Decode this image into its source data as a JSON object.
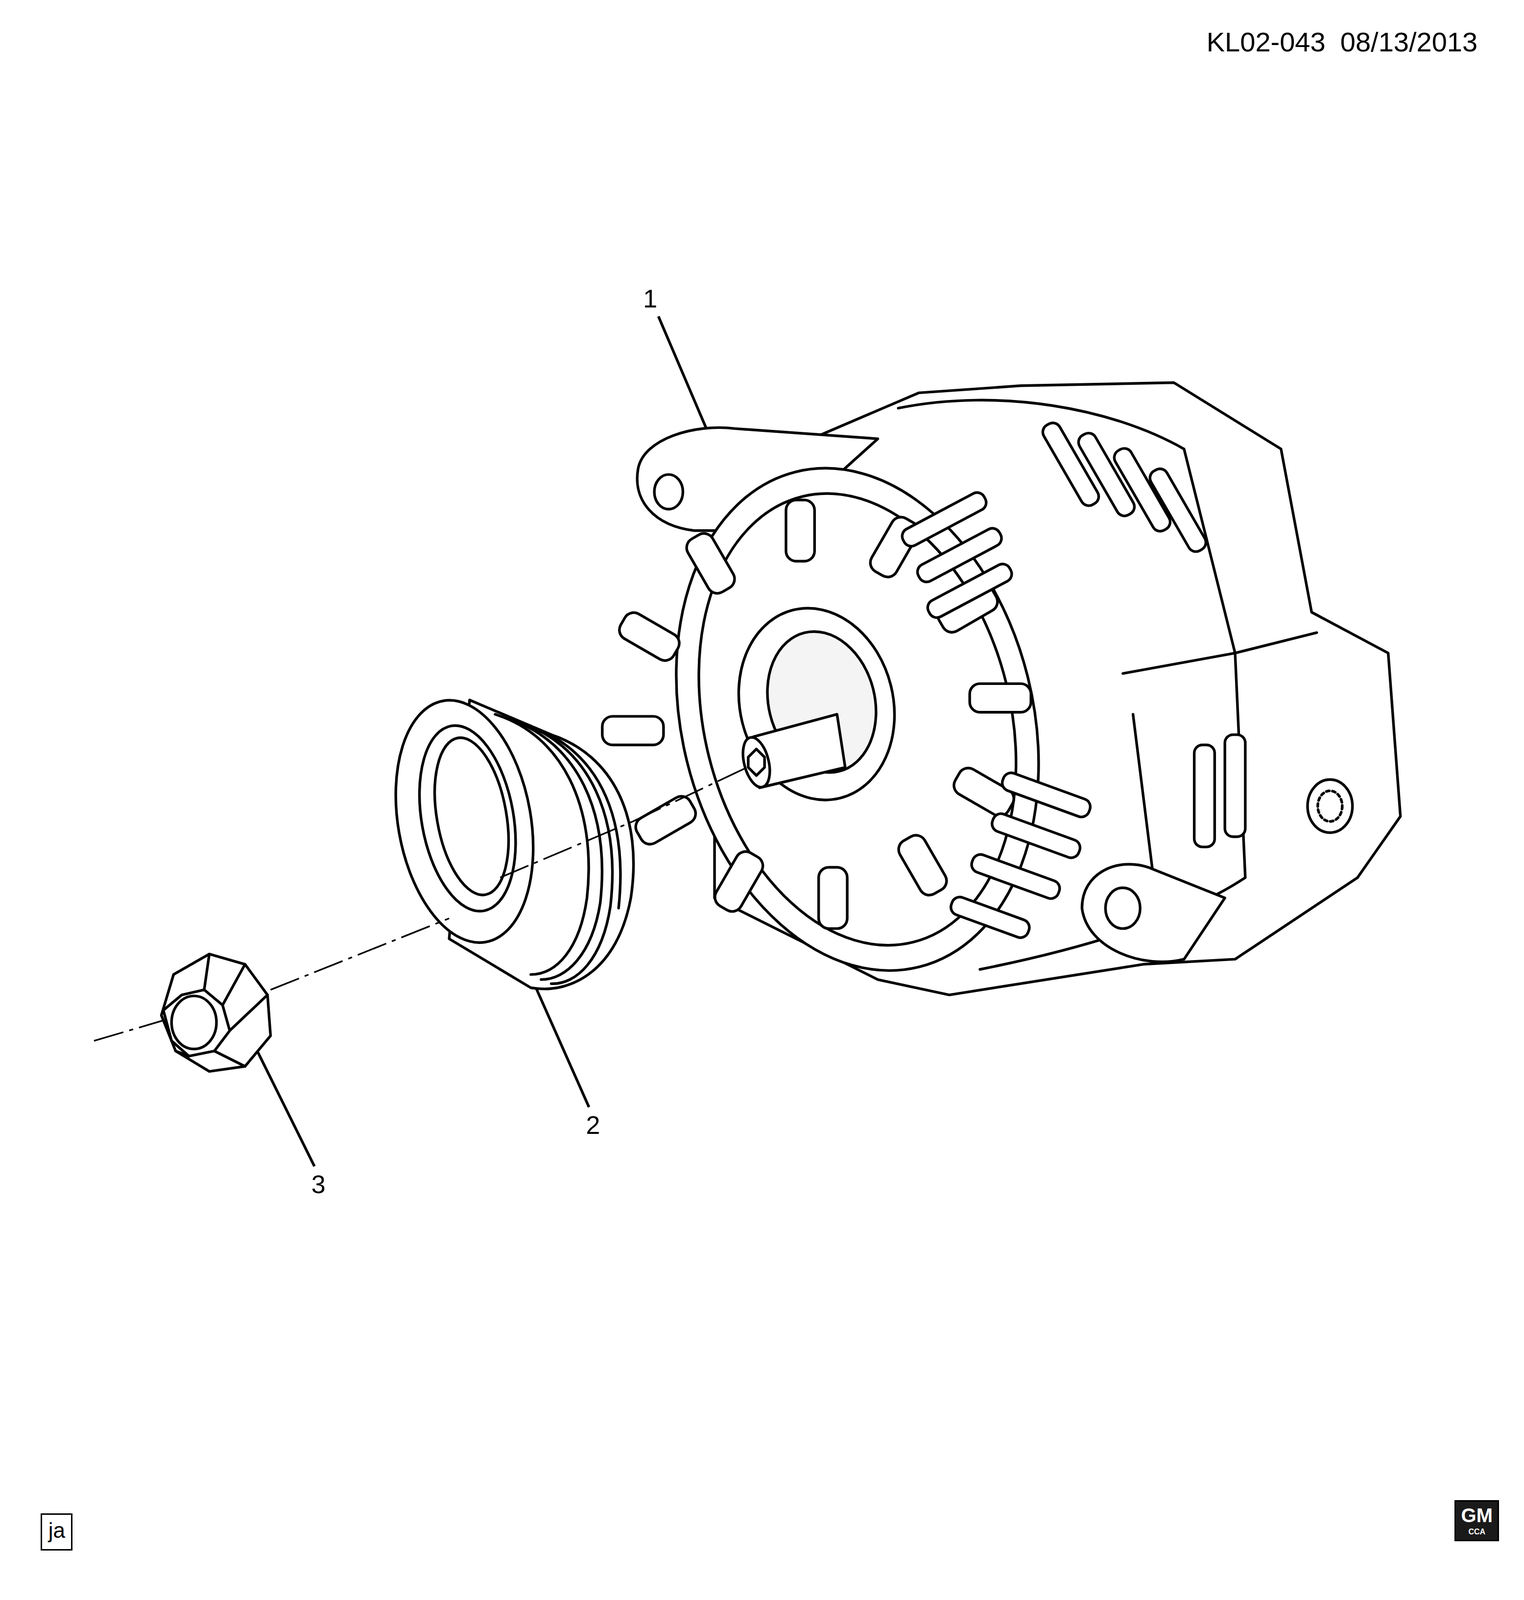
{
  "diagram": {
    "nodes": [
      {
        "text": [
          "ja"
        ]
      },
      {
        "text": [
          "GM",
          "CCA"
        ]
      }
    ],
    "labels": [
      "KL02-043",
      "08/13/2013",
      "1",
      "2",
      "3"
    ]
  }
}
